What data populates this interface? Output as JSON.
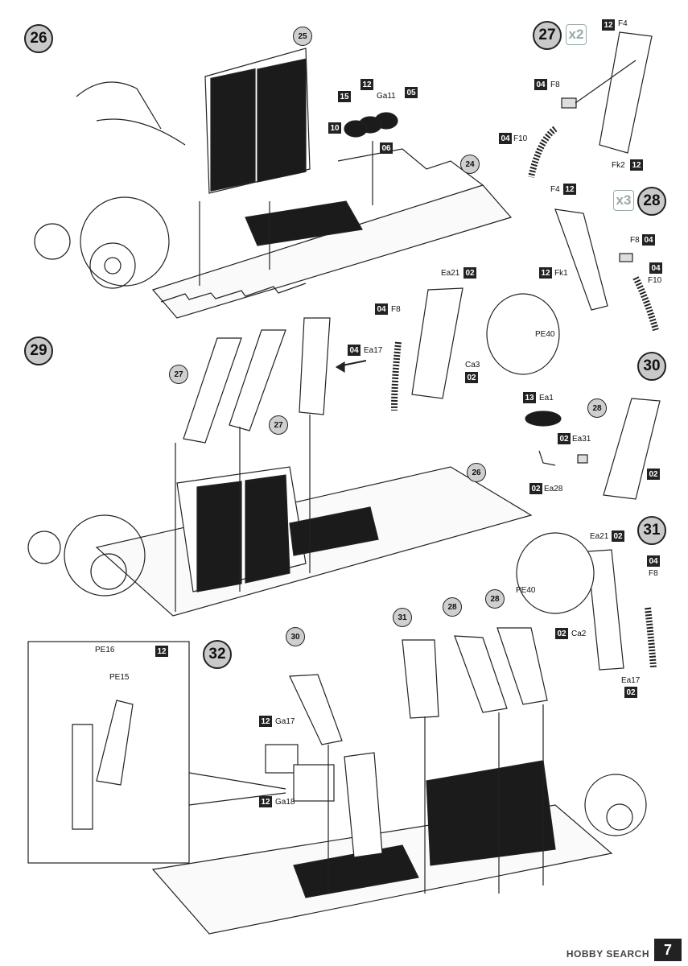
{
  "steps": [
    "26",
    "27",
    "28",
    "29",
    "30",
    "31",
    "32"
  ],
  "multipliers": {
    "step27": "x2",
    "step28": "x3"
  },
  "page_number": "7",
  "watermark": "HOBBY SEARCH",
  "step26": {
    "refs": [
      "25",
      "24"
    ],
    "labels": {
      "ga11": "Ga11"
    },
    "sprues": [
      "15",
      "12",
      "05",
      "10",
      "06"
    ]
  },
  "step27": {
    "sprues": [
      "12",
      "04",
      "04",
      "12"
    ],
    "labels": {
      "f4": "F4",
      "f8": "F8",
      "f10": "F10",
      "fk2": "Fk2"
    }
  },
  "step28": {
    "sprues": [
      "12",
      "04",
      "12",
      "04"
    ],
    "labels": {
      "f4": "F4",
      "f8": "F8",
      "fk1": "Fk1",
      "f10": "F10"
    }
  },
  "step29": {
    "refs": [
      "27",
      "27",
      "26"
    ],
    "sprues": [
      "02",
      "04",
      "04",
      "02"
    ],
    "labels": {
      "ea21": "Ea21",
      "f8": "F8",
      "ea17": "Ea17",
      "ca3": "Ca3",
      "pe40": "PE40"
    }
  },
  "step30": {
    "refs": [
      "28"
    ],
    "sprues": [
      "13",
      "02",
      "02",
      "02"
    ],
    "labels": {
      "ea1": "Ea1",
      "ea31": "Ea31",
      "ea28": "Ea28"
    }
  },
  "step31": {
    "sprues": [
      "02",
      "04",
      "02",
      "02"
    ],
    "labels": {
      "ea21": "Ea21",
      "f8": "F8",
      "pe40": "PE40",
      "ca2": "Ca2",
      "ea17": "Ea17"
    }
  },
  "step32": {
    "refs": [
      "30",
      "31",
      "28",
      "28"
    ],
    "sprues": [
      "12",
      "12",
      "12"
    ],
    "labels": {
      "pe16": "PE16",
      "pe15": "PE15",
      "ga17": "Ga17",
      "ga18": "Ga18"
    }
  }
}
